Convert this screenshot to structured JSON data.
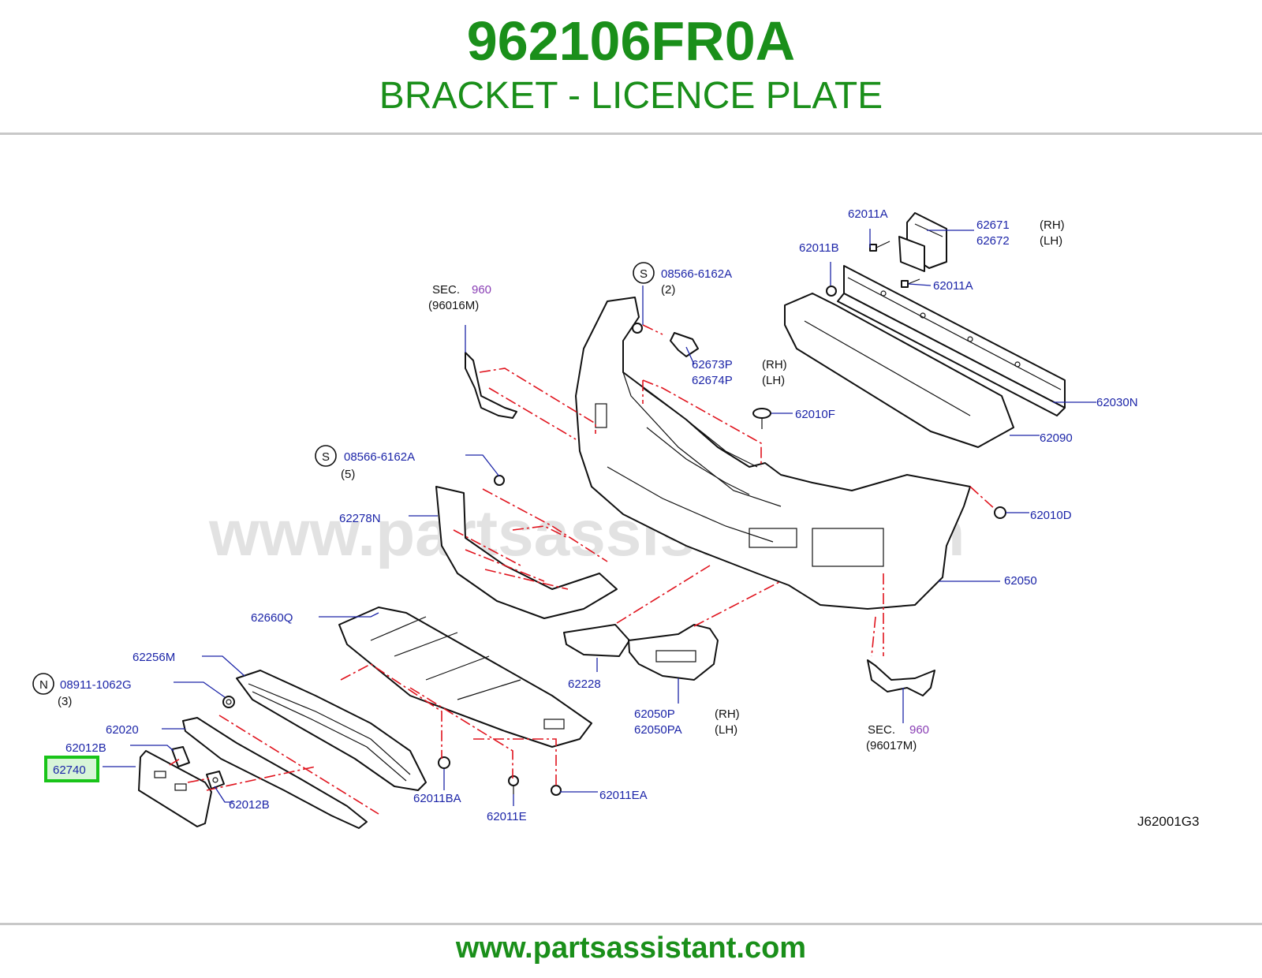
{
  "header": {
    "part_number": "962106FR0A",
    "part_name": "BRACKET - LICENCE PLATE"
  },
  "colors": {
    "title_green": "#1a8f1a",
    "label_blue": "#1c25a8",
    "section_purple": "#8a3fb5",
    "dash_red": "#e0141e",
    "highlight_green": "#19c419"
  },
  "diagram": {
    "watermark": "www.partsassistant.com",
    "ref_code": "J62001G3",
    "labels": {
      "l62011A_top": "62011A",
      "l62671": "62671",
      "l62671_side": "(RH)",
      "l62672": "62672",
      "l62672_side": "(LH)",
      "l62011B": "62011B",
      "l62011A_mid": "62011A",
      "s_marker_1": "S",
      "l08566_1": "08566-6162A",
      "l08566_1_qty": "(2)",
      "sec_left": "SEC.",
      "sec_left_num": "960",
      "sec_left_ref": "(96016M)",
      "l62673P": "62673P",
      "l62673P_side": "(RH)",
      "l62674P": "62674P",
      "l62674P_side": "(LH)",
      "l62030N": "62030N",
      "l62010F": "62010F",
      "l62090": "62090",
      "s_marker_2": "S",
      "l08566_2": "08566-6162A",
      "l08566_2_qty": "(5)",
      "l62010D": "62010D",
      "l62278N": "62278N",
      "l62050": "62050",
      "l62660Q": "62660Q",
      "l62256M": "62256M",
      "n_marker": "N",
      "l08911": "08911-1062G",
      "l08911_qty": "(3)",
      "l62228": "62228",
      "l62050P": "62050P",
      "l62050P_side": "(RH)",
      "l62050PA": "62050PA",
      "l62050PA_side": "(LH)",
      "sec_right": "SEC.",
      "sec_right_num": "960",
      "sec_right_ref": "(96017M)",
      "l62020": "62020",
      "l62012B_top": "62012B",
      "l62740": "62740",
      "l62012B_bot": "62012B",
      "l62011BA": "62011BA",
      "l62011E": "62011E",
      "l62011EA": "62011EA"
    }
  },
  "footer": {
    "url": "www.partsassistant.com"
  }
}
